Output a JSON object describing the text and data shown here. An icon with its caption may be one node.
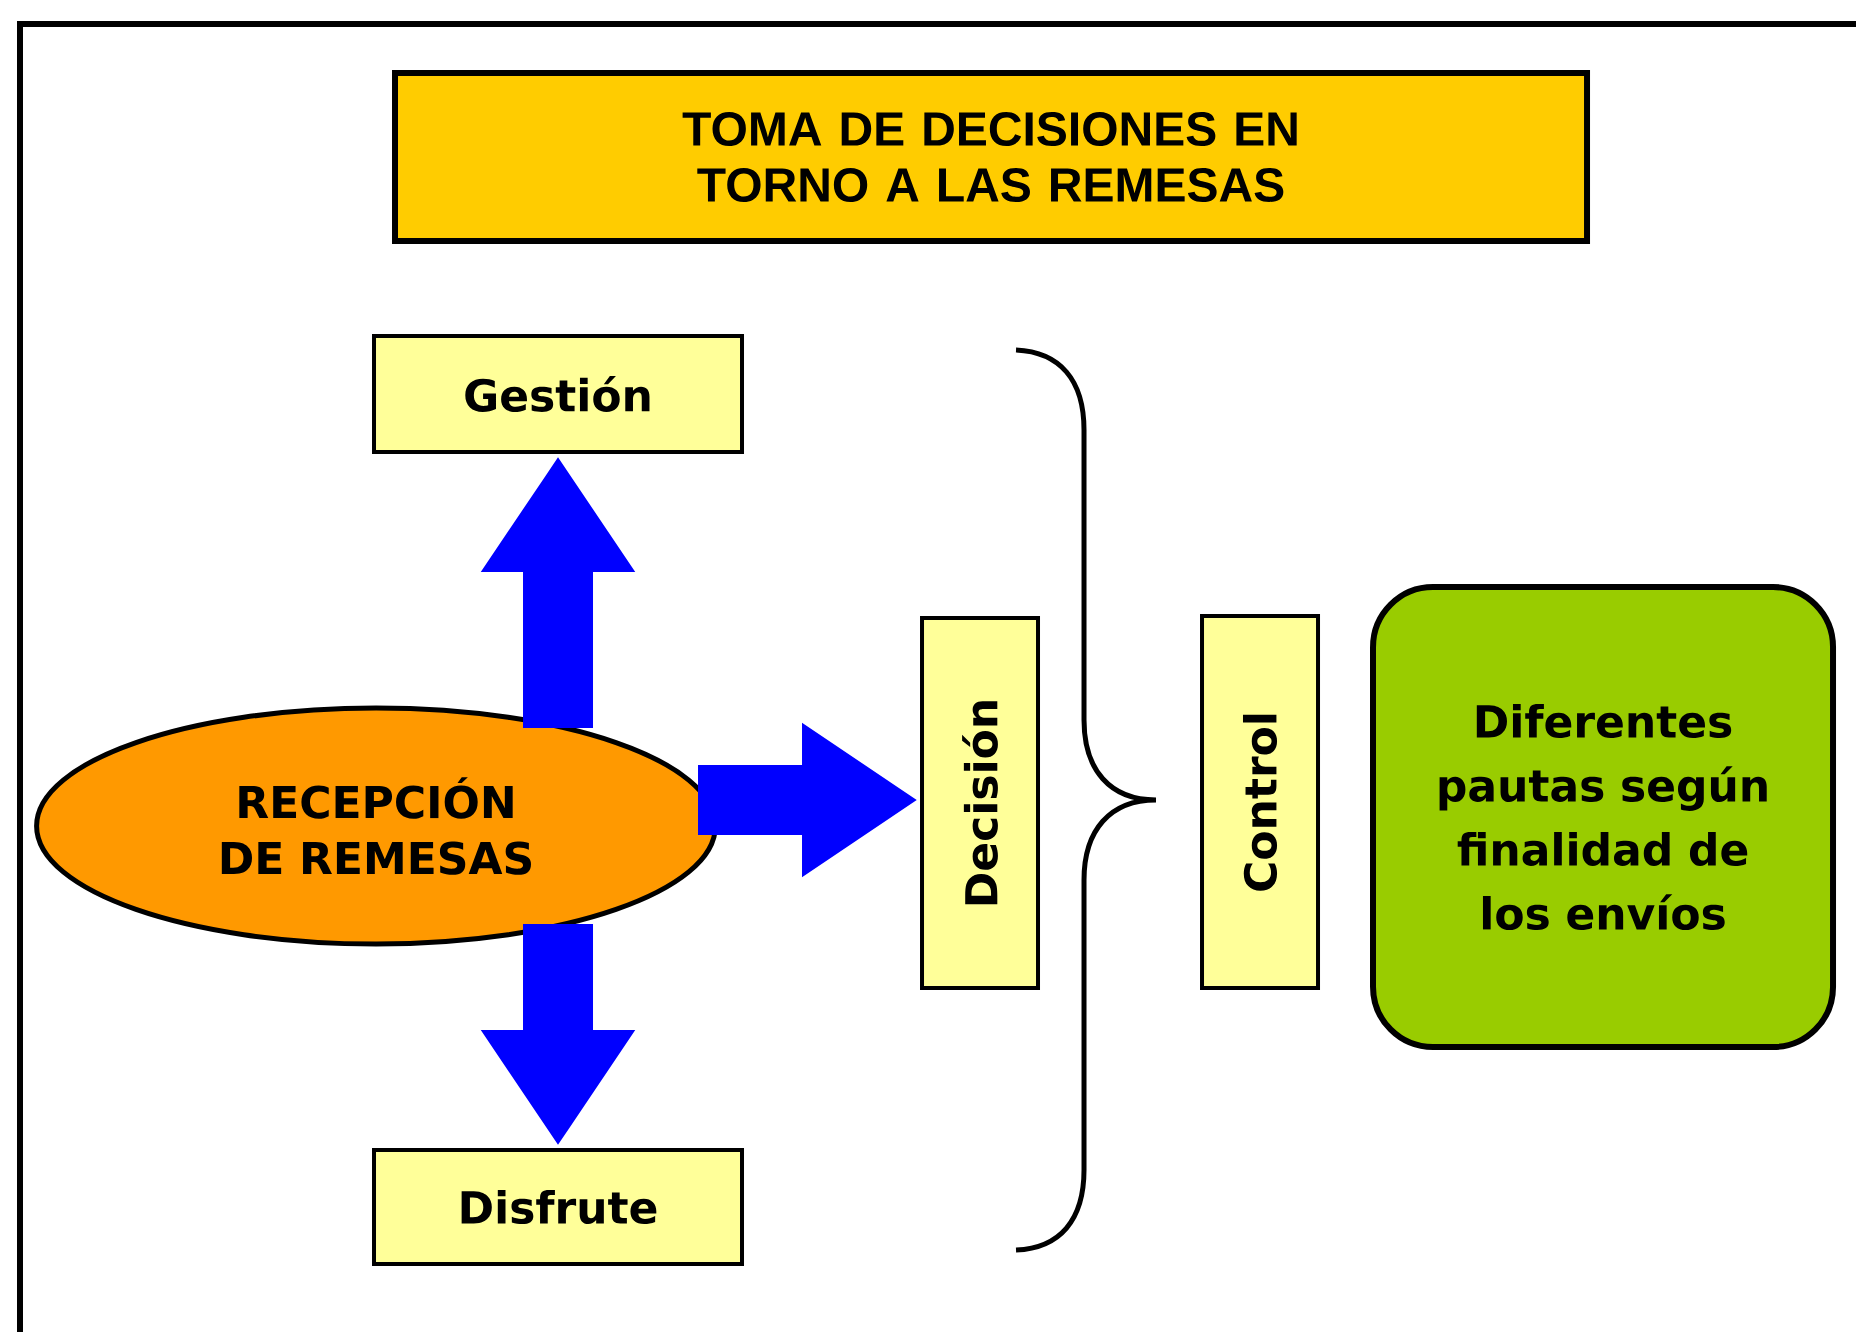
{
  "diagram": {
    "nodes": [
      {
        "text": [
          "TOMA DE DECISIONES EN TORNO A LAS REMESAS"
        ]
      },
      {
        "text": [
          "Gestión"
        ]
      },
      {
        "text": [
          "RECEPCIÓN DE REMESAS"
        ]
      },
      {
        "text": [
          "Decisión"
        ]
      },
      {
        "text": [
          "Control"
        ]
      },
      {
        "text": [
          "Diferentes pautas según finalidad de los envíos"
        ]
      },
      {
        "text": [
          "Disfrute"
        ]
      }
    ],
    "edges": [
      {
        "from": 2,
        "to": 1,
        "arrow": "to"
      },
      {
        "from": 2,
        "to": 3,
        "arrow": "to"
      },
      {
        "from": 2,
        "to": 6,
        "arrow": "to"
      }
    ]
  }
}
